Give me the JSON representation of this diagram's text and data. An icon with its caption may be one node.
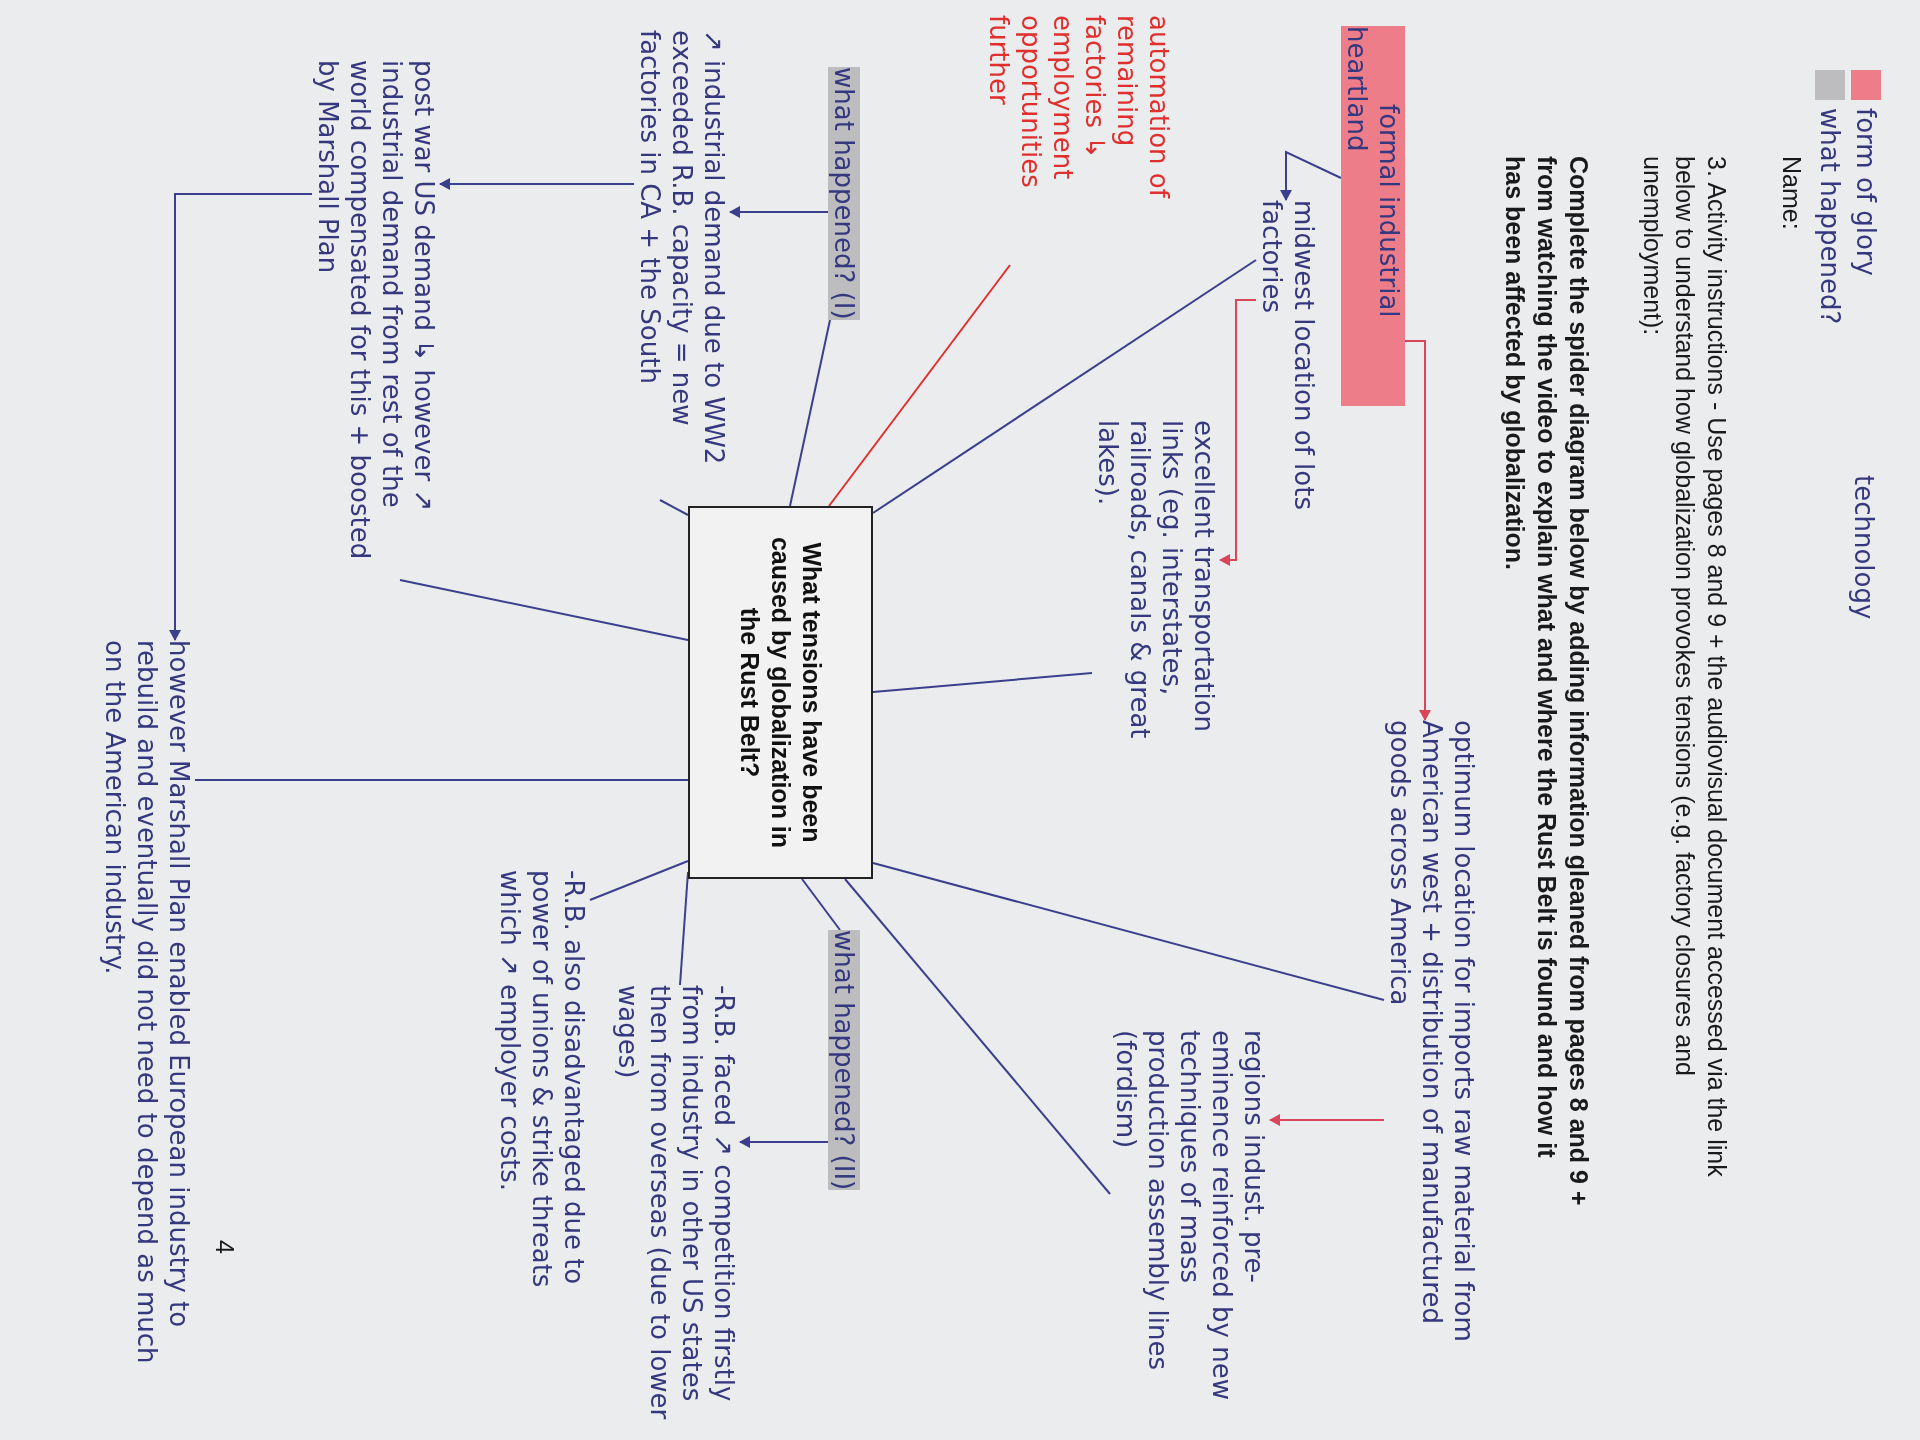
{
  "diagram": {
    "nodes": [
      {
        "text": [
          "What tensions have been caused by globalization in the Rust Belt?"
        ]
      },
      {
        "text": [
          "formal industrial heartland"
        ]
      },
      {
        "text": [
          "midwest location of lots factories"
        ]
      },
      {
        "text": [
          "excellent transportation links (eg. interstates, railroads, canals & great lakes)."
        ]
      },
      {
        "text": [
          "optimum location for imports raw material from American west + distribution of manufactured goods across America"
        ]
      },
      {
        "text": [
          "regions indust. pre-eminence reinforced by new techniques of mass production assembly lines (fordism)"
        ]
      },
      {
        "text": [
          "automation of remaining factories ↳ employment opportunities further"
        ]
      },
      {
        "text": [
          "what happened? (I)"
        ]
      },
      {
        "text": [
          "↗ industrial demand due to WW2 exceeded R.B. capacity = new factories in CA + the South"
        ]
      },
      {
        "text": [
          "post war US demand ↳ however ↗ industrial demand from rest of the world compensated for this + boosted by Marshall Plan"
        ]
      },
      {
        "text": [
          "however Marshall Plan enabled European industry to rebuild and eventually did not need to depend as much on the American industry."
        ]
      },
      {
        "text": [
          "what happened? (II)"
        ]
      },
      {
        "text": [
          "-R.B. faced ↗ competition firstly from industry in other US states then from overseas (due to lower wages)"
        ]
      },
      {
        "text": [
          "-R.B. also disadvantaged due to power of unions & strike threats which ↗ employer costs."
        ]
      }
    ],
    "edges": [
      {
        "from": 0,
        "to": 2,
        "arrow": "none"
      },
      {
        "from": 0,
        "to": 3,
        "arrow": "none"
      },
      {
        "from": 0,
        "to": 4,
        "arrow": "none"
      },
      {
        "from": 0,
        "to": 5,
        "arrow": "none"
      },
      {
        "from": 0,
        "to": 11,
        "arrow": "none"
      },
      {
        "from": 0,
        "to": 12,
        "arrow": "none"
      },
      {
        "from": 0,
        "to": 13,
        "arrow": "none"
      },
      {
        "from": 0,
        "to": 10,
        "arrow": "none"
      },
      {
        "from": 0,
        "to": 9,
        "arrow": "none"
      },
      {
        "from": 0,
        "to": 8,
        "arrow": "none"
      },
      {
        "from": 0,
        "to": 7,
        "arrow": "none"
      },
      {
        "from": 0,
        "to": 6,
        "arrow": "none",
        "color": "#e0302e"
      },
      {
        "from": 1,
        "to": 2,
        "arrow": "to"
      },
      {
        "from": 1,
        "to": 4,
        "arrow": "to",
        "color": "#d9465a"
      },
      {
        "from": 2,
        "to": 3,
        "arrow": "to",
        "color": "#d9465a"
      },
      {
        "from": 4,
        "to": 5,
        "arrow": "to",
        "color": "#d9465a"
      },
      {
        "from": 7,
        "to": 8,
        "arrow": "to"
      },
      {
        "from": 8,
        "to": 9,
        "arrow": "to"
      },
      {
        "from": 9,
        "to": 10,
        "arrow": "to"
      },
      {
        "from": 11,
        "to": 12,
        "arrow": "to"
      }
    ],
    "labels": [
      "technology",
      "Name:",
      "3. Activity instructions - Use pages 8 and 9 + the audiovisual document accessed via the link below to understand how globalization provokes tensions (e.g. factory closures and unemployment):",
      "Complete the spider diagram below by adding information gleaned from pages 8 and 9 + from watching the video to explain what and where the Rust Belt is found and how it has been affected by globalization.",
      "4"
    ],
    "legend": [
      {
        "text": "form of glory",
        "color": "#ee7d8a"
      },
      {
        "text": "what happened?",
        "color": "#bdbdc0"
      }
    ]
  }
}
